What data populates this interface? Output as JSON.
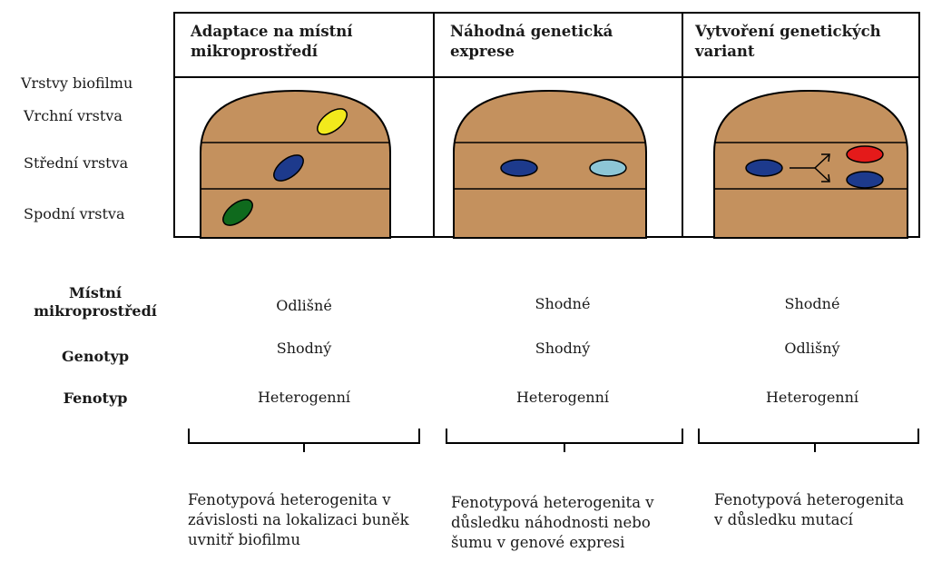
{
  "columns": [
    {
      "title": "Adaptace na místní mikroprostředí",
      "title_lines": [
        "Adaptace na místní",
        "mikroprostředí"
      ],
      "local_microenvironment": "Odlišné",
      "genotype": "Shodný",
      "phenotype": "Heterogenní",
      "caption_lines": [
        "Fenotypová heterogenita v",
        "závislosti na lokalizaci buněk",
        "uvnitř biofilmu"
      ]
    },
    {
      "title": "Náhodná genetická exprese",
      "title_lines": [
        "Náhodná genetická",
        "exprese"
      ],
      "local_microenvironment": "Shodné",
      "genotype": "Shodný",
      "phenotype": "Heterogenní",
      "caption_lines": [
        "Fenotypová heterogenita v",
        "důsledku náhodnosti nebo",
        "šumu v genové expresi"
      ]
    },
    {
      "title": "Vytvoření genetických variant",
      "title_lines": [
        "Vytvoření genetických",
        "variant"
      ],
      "local_microenvironment": "Shodné",
      "genotype": "Odlišný",
      "phenotype": "Heterogenní",
      "caption_lines": [
        "Fenotypová heterogenita",
        "v důsledku mutací"
      ]
    }
  ],
  "layers": {
    "heading": "Vrstvy biofilmu",
    "top": "Vrchní vrstva",
    "middle": "Střední vrstva",
    "bottom": "Spodní vrstva"
  },
  "row_labels": {
    "local_microenvironment_lines": [
      "Místní",
      "mikroprostředí"
    ],
    "genotype": "Genotyp",
    "phenotype": "Fenotyp"
  },
  "colors": {
    "biofilm_fill": "#c4915e",
    "yellow_cell": "#f2ea1c",
    "blue_cell": "#1d3a8c",
    "green_cell": "#0f6a1d",
    "light_blue_cell": "#8dc6d6",
    "red_cell": "#e41a1a"
  }
}
